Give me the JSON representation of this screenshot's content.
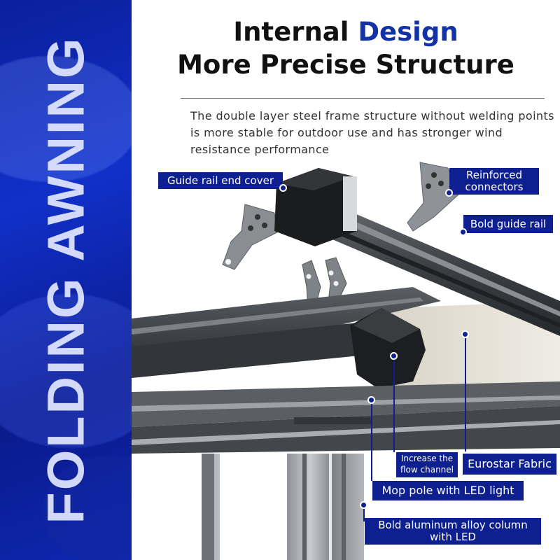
{
  "side_band": {
    "title": "FOLDING AWNING"
  },
  "headline": {
    "line1_part1": "Internal ",
    "line1_accent": "Design",
    "line2": "More Precise Structure"
  },
  "description": "The double layer steel frame structure without welding points is more stable for outdoor use and has stronger wind resistance performance",
  "callouts": {
    "guide_rail_end_cover": "Guide rail end cover",
    "reinforced_connectors": "Reinforced connectors",
    "bold_guide_rail": "Bold guide rail",
    "increase_flow_channel": "Increase the flow channel",
    "eurostar_fabric": "Eurostar Fabric",
    "mop_pole_led": "Mop pole with LED light",
    "aluminum_column_led": "Bold aluminum alloy column with LED"
  },
  "colors": {
    "band_blue": "#1130c8",
    "label_navy": "#0e1f8f",
    "accent_text": "#1432a8"
  }
}
